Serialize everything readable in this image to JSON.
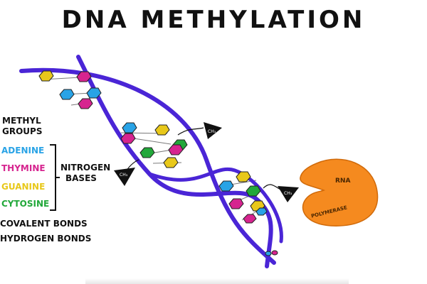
{
  "title": "DNA METHYLATION",
  "legend": {
    "methyl_line1": "METHYL",
    "methyl_line2": "GROUPS",
    "bases": [
      {
        "label": "ADENINE",
        "color": "#29a3e6"
      },
      {
        "label": "THYMINE",
        "color": "#d6248f"
      },
      {
        "label": "GUANINE",
        "color": "#e8c81a"
      },
      {
        "label": "CYTOSINE",
        "color": "#22a83a"
      }
    ],
    "nitrogen_line1": "NITROGEN",
    "nitrogen_line2": "BASES",
    "covalent": "COVALENT BONDS",
    "hydrogen": "HYDROGEN BONDS"
  },
  "methyl_tag": "CH₃",
  "enzyme": {
    "line1": "RNA",
    "line2": "POLYMERASE",
    "color": "#f58a1f"
  },
  "colors": {
    "backbone": "#4a25d6",
    "adenine": "#29a3e6",
    "thymine": "#d6248f",
    "guanine": "#e8c81a",
    "cytosine": "#22a83a"
  }
}
